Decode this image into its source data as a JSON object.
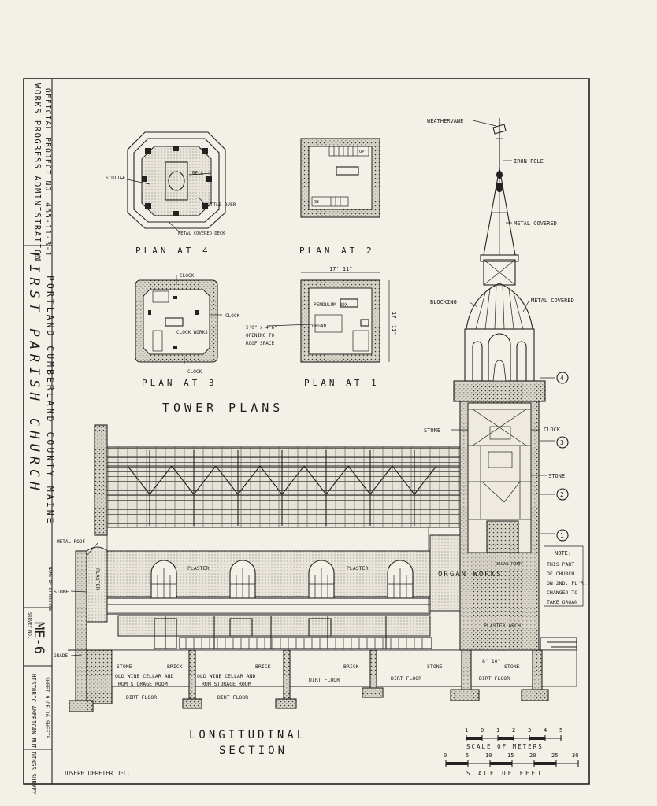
{
  "title_block": {
    "agency_line1": "WORKS PROGRESS ADMINISTRATION",
    "agency_line2": "OFFICIAL PROJECT NO. 465-11-3-1",
    "structure_label": "NAME OF STRUCTURE",
    "name": "FIRST PARISH CHURCH",
    "location": "PORTLAND CUMBERLAND COUNTY MAINE",
    "survey_no_label": "SURVEY NO.",
    "survey_no": "ME-6",
    "survey_name": "HISTORIC AMERICAN BUILDINGS SURVEY",
    "sheet": "SHEET 9 OF 16 SHEETS"
  },
  "tower_plans": {
    "heading": "TOWER PLANS",
    "plan4": {
      "caption": "PLAN AT 4",
      "scuttle": "SCUTTLE",
      "bell": "BELL",
      "scuttle_over": "SCUTTLE OVER",
      "deck": "METAL COVERED DECK"
    },
    "plan2": {
      "caption": "PLAN AT 2",
      "up": "UP",
      "dn": "DN"
    },
    "plan3": {
      "caption": "PLAN AT 3",
      "clock_top": "CLOCK",
      "clock_right": "CLOCK",
      "clock_bottom": "CLOCK",
      "clock_works": "CLOCK WORKS"
    },
    "plan1": {
      "caption": "PLAN AT 1",
      "pendulum": "PENDULUM BOX",
      "organ": "ORGAN",
      "width": "17' 11\"",
      "depth": "17' 11\"",
      "opening": [
        "5'0\" x 4'6\"",
        "OPENING TO",
        "ROOF SPACE"
      ]
    }
  },
  "section": {
    "weathervane": "WEATHERVANE",
    "iron_pole": "IRON POLE",
    "metal_covered_1": "METAL COVERED",
    "blocking": "BLOCKING",
    "metal_covered_2": "METAL COVERED",
    "stone_1": "STONE",
    "clock": "CLOCK",
    "stone_2": "STONE",
    "metal_roof": "METAL ROOF",
    "stone_3": "STONE",
    "plaster_side": "PLASTER",
    "plaster_1": "PLASTER",
    "plaster_2": "PLASTER",
    "organ_works": "ORGAN WORKS",
    "organ_pump": "ORGAN PUMP",
    "plaster_arch": "PLASTER ARCH",
    "note": [
      "NOTE:",
      "THIS PART",
      "OF CHURCH",
      "ON 2ND. FL'R.",
      "CHANGED TO",
      "TAKE ORGAN"
    ],
    "grade": "GRADE",
    "stone_4": "STONE",
    "brick_1": "BRICK",
    "brick_2": "BRICK",
    "brick_3": "BRICK",
    "stone_5": "STONE",
    "stone_6": "STONE",
    "dim_810": "8' 10\"",
    "cellar_1": [
      "OLD WINE CELLAR AND",
      "RUM STORAGE ROOM"
    ],
    "cellar_2": [
      "OLD WINE CELLAR AND",
      "RUM STORAGE ROOM"
    ],
    "dirt_1": "DIRT FLOOR",
    "dirt_2": "DIRT FLOOR",
    "dirt_3": "DIRT FLOOR",
    "dirt_4": "DIRT FLOOR",
    "dirt_5": "DIRT FLOOR",
    "levels": [
      "4",
      "3",
      "2",
      "1"
    ],
    "heading_1": "LONGITUDINAL",
    "heading_2": "SECTION"
  },
  "scales": {
    "meters_ticks": [
      "1",
      "0",
      "1",
      "2",
      "3",
      "4",
      "5"
    ],
    "meters_label": "SCALE OF METERS",
    "feet_ticks": [
      "0",
      "5",
      "10",
      "15",
      "20",
      "25",
      "30"
    ],
    "feet_label": "SCALE OF FEET"
  },
  "delineator": "JOSEPH DEPETER DEL."
}
